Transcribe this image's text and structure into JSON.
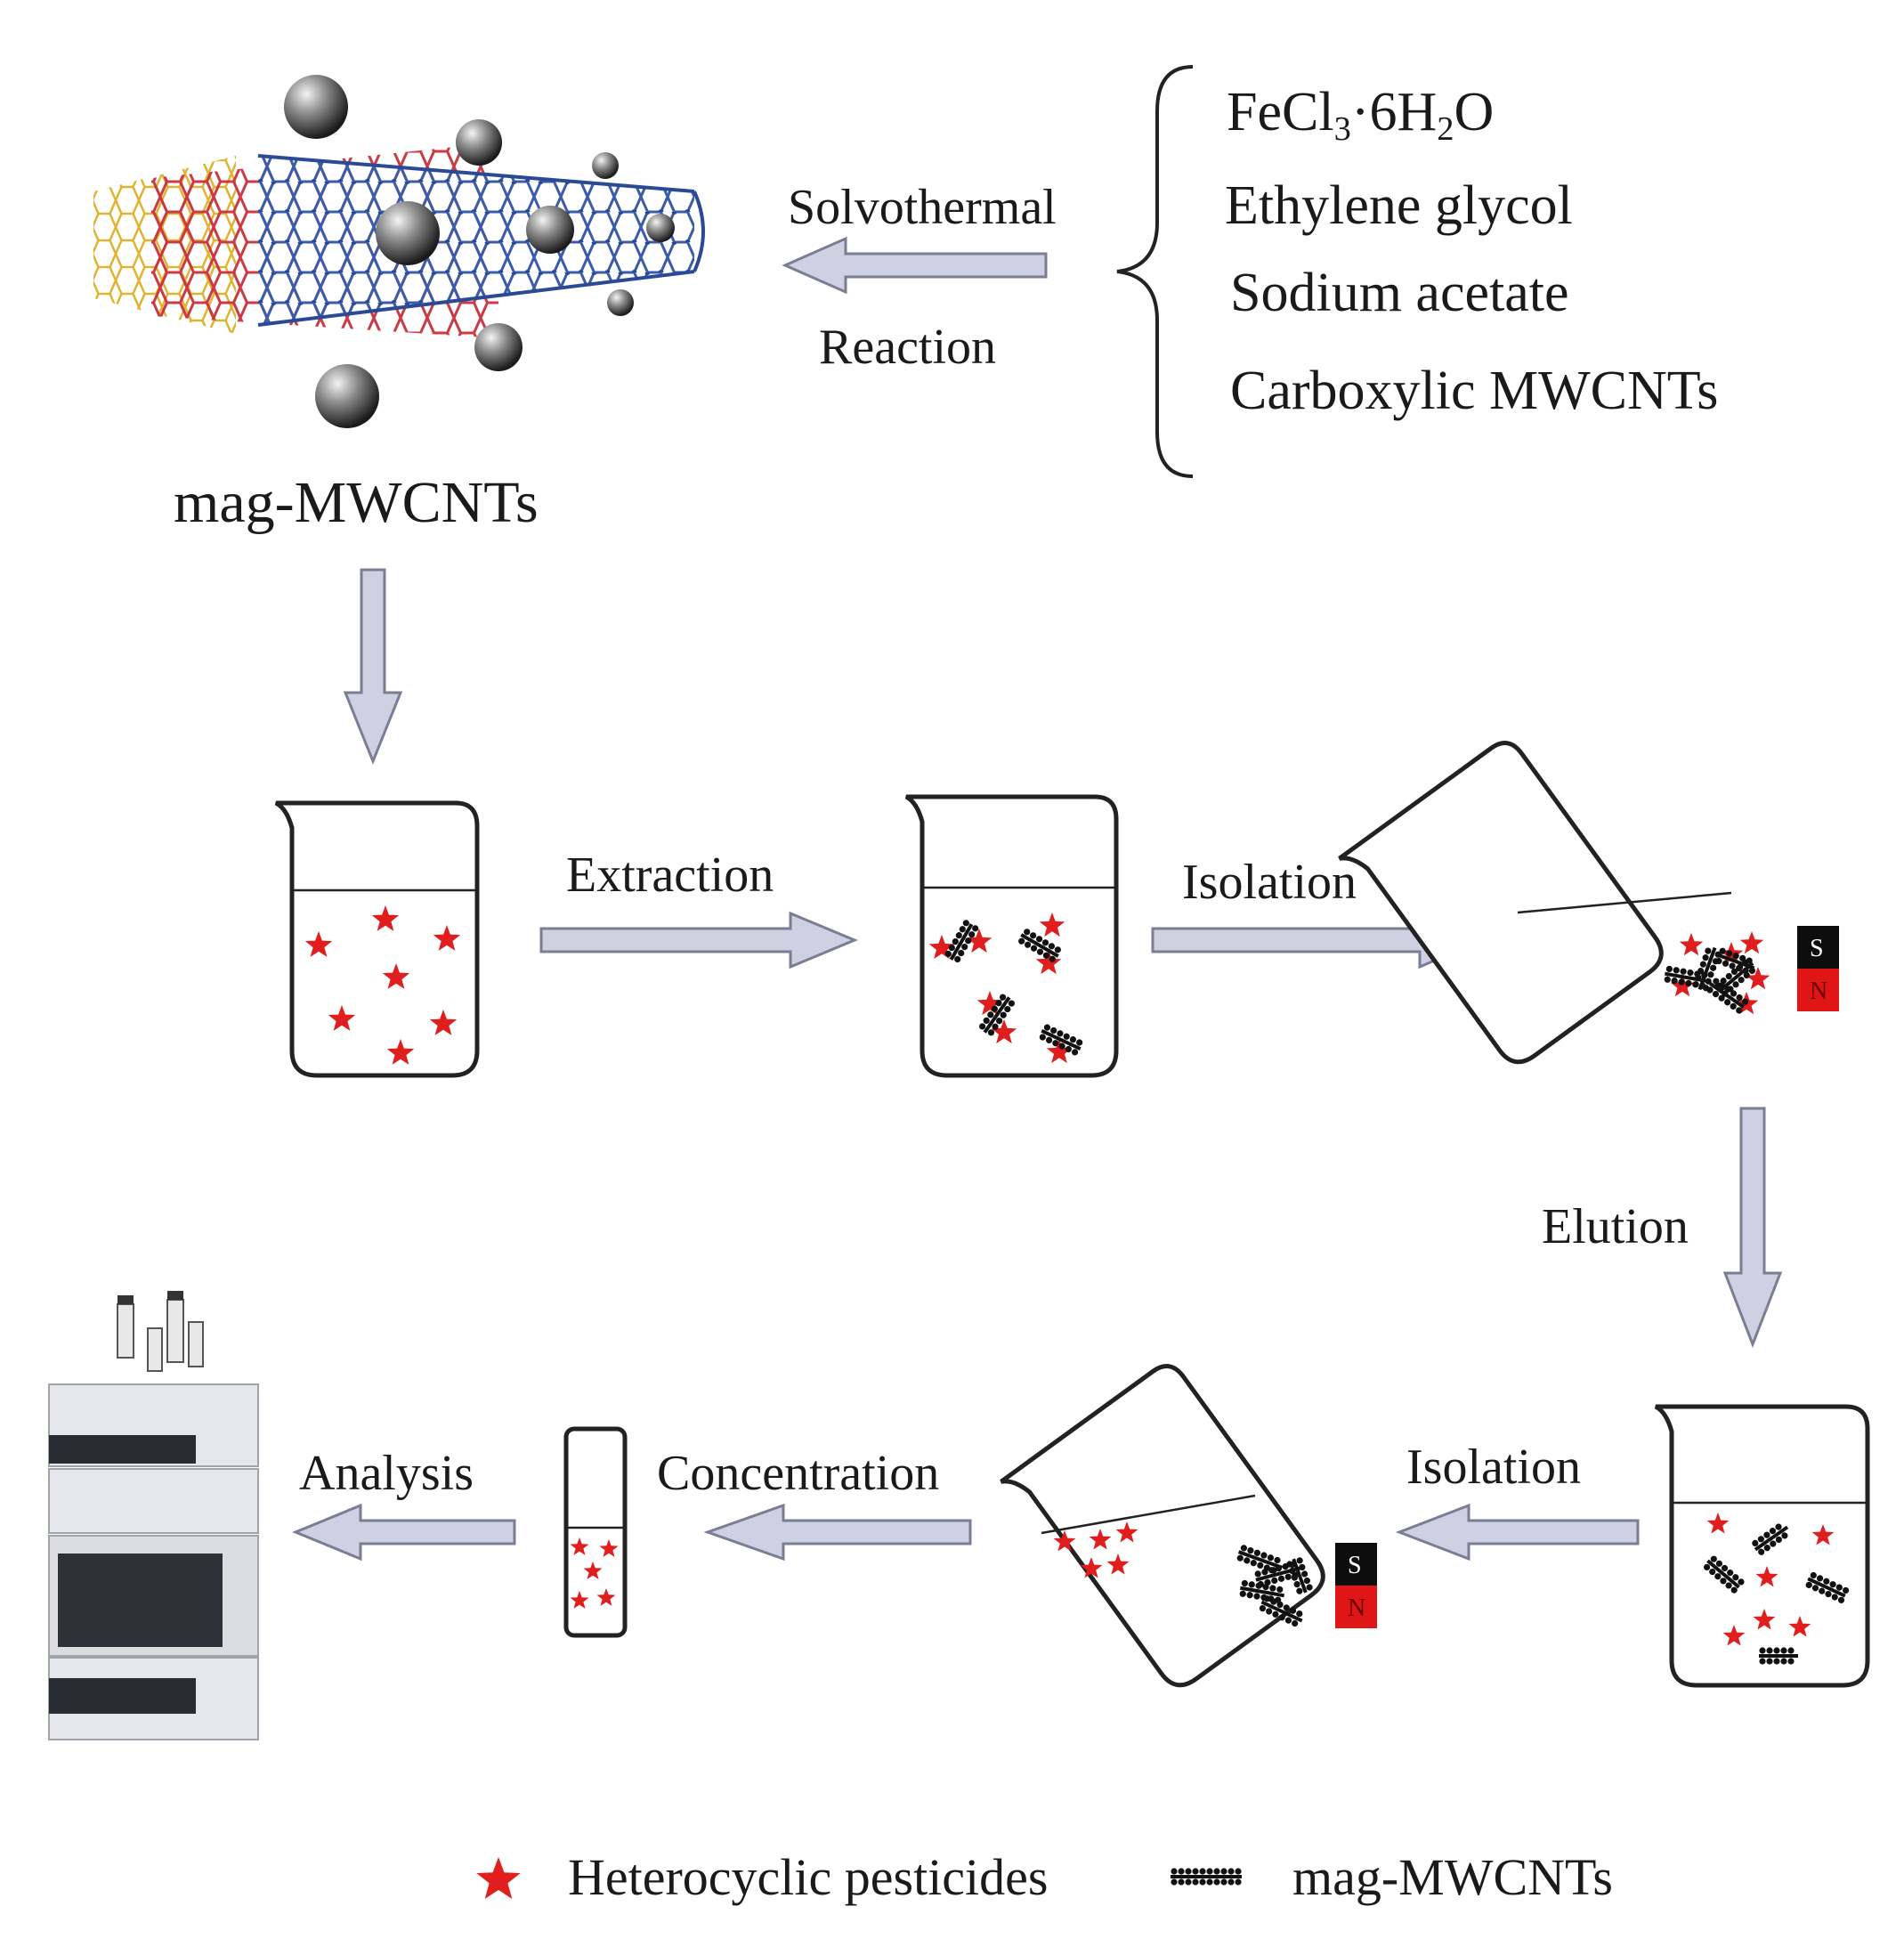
{
  "reagents": {
    "fecl3_prefix": "FeCl",
    "fecl3_sub1": "3",
    "fecl3_mid": "·6H",
    "fecl3_sub2": "2",
    "fecl3_suffix": "O",
    "item2": "Ethylene glycol",
    "item3": "Sodium acetate",
    "item4": "Carboxylic MWCNTs"
  },
  "synthesis": {
    "label_top": "Solvothermal",
    "label_bottom": "Reaction",
    "product": "mag-MWCNTs"
  },
  "steps": {
    "extraction": "Extraction",
    "isolation_1": "Isolation",
    "elution": "Elution",
    "isolation_2": "Isolation",
    "concentration": "Concentration",
    "analysis": "Analysis"
  },
  "magnet": {
    "south": "S",
    "north": "N"
  },
  "legend": {
    "star_label": "Heterocyclic pesticides",
    "nanotube_label": "mag-MWCNTs"
  },
  "colors": {
    "arrow_fill": "#cfd1e3",
    "arrow_stroke": "#7a7d93",
    "star": "#e01e1e",
    "magnet_north": "#e01515",
    "magnet_south": "#0d0d0d",
    "tube_blue": "#3b5ca8",
    "tube_red": "#c9303a",
    "tube_yellow": "#e0b431"
  }
}
